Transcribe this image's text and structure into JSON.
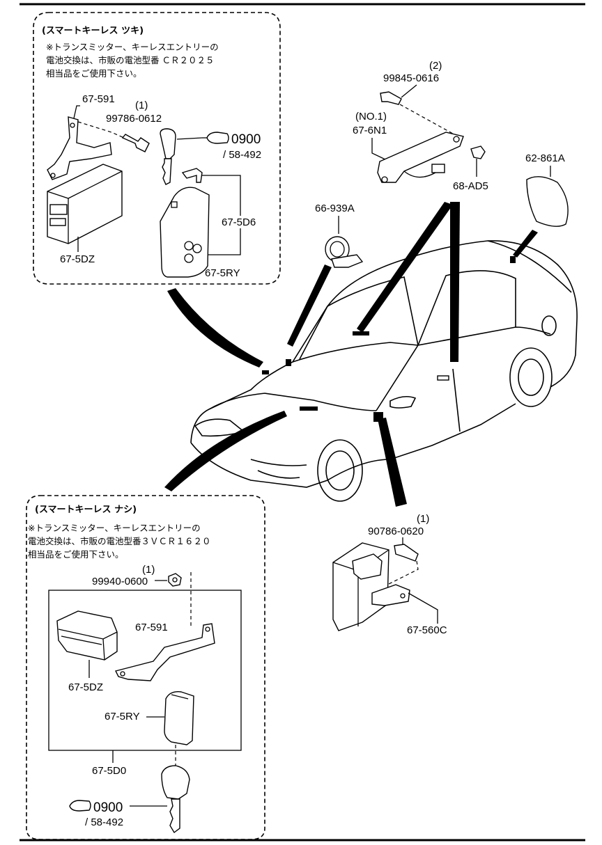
{
  "top_box": {
    "title": "(スマートキーレス ツキ)",
    "note_lines": [
      "※トランスミッター、キーレスエントリーの",
      "電池交換は、市販の電池型番 ＣＲ２０２５",
      "相当品をご使用下さい。"
    ]
  },
  "bottom_box": {
    "title": "(スマートキーレス ナシ)",
    "note_lines": [
      "※トランスミッター、キーレスエントリーの",
      "電池交換は、市販の電池型番３ＶＣＲ１６２０",
      "相当品をご使用下さい。"
    ]
  },
  "parts": {
    "top_bracket": "67-591",
    "top_screw_qty": "(1)",
    "top_screw": "99786-0612",
    "top_ref_num": "0900",
    "top_ref_sub": "/ 58-492",
    "top_clip": "67-5D6",
    "top_unit": "67-5DZ",
    "top_remote": "67-5RY",
    "bolt_qty": "(2)",
    "bolt": "99845-0616",
    "antenna_no": "(NO.1)",
    "antenna": "67-6N1",
    "clip_ad5": "68-AD5",
    "antenna_pad": "62-861A",
    "coil": "66-939A",
    "bolt2_qty": "(1)",
    "bolt2": "90786-0620",
    "module_bracket": "67-560C",
    "nut_qty": "(1)",
    "nut": "99940-0600",
    "bottom_bracket": "67-591",
    "bottom_unit": "67-5DZ",
    "bottom_remote": "67-5RY",
    "bottom_set": "67-5D0",
    "bottom_ref_num": "0900",
    "bottom_ref_sub": "/ 58-492"
  }
}
